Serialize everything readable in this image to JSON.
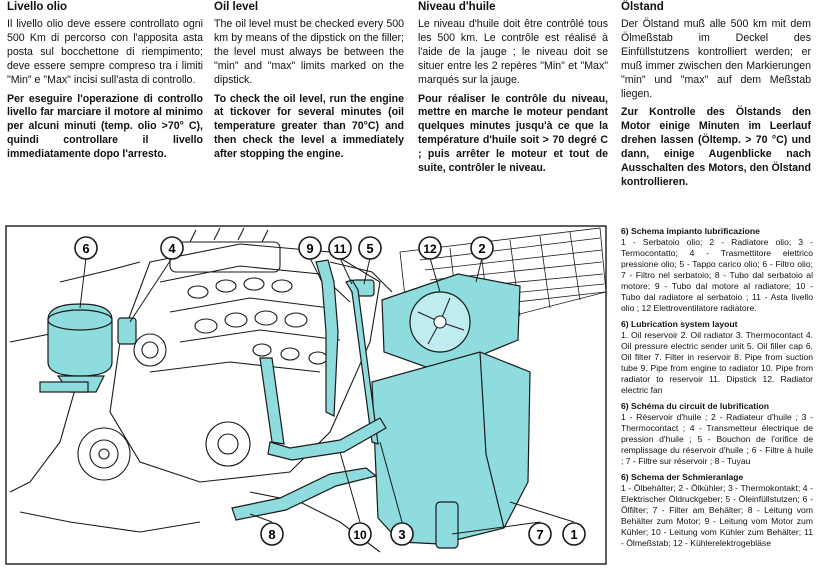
{
  "it": {
    "title": "Livello olio",
    "body": "Il livello olio deve essere controllato ogni 500 Km di percorso con l'apposita asta posta sul bocchettone di riempimento; deve essere sempre compreso tra i limiti \"Min\" e \"Max\" incisi sull'asta di controllo.",
    "bold": "Per eseguire l'operazione di controllo livello far marciare il motore al minimo per alcuni minuti (temp. olio >70° C), quindi controllare il livello immediatamente dopo l'arresto."
  },
  "en": {
    "title": "Oil level",
    "body": "The oil level must be checked every 500 km by means of the dipstick on the filler; the level must always be between the \"min\" and \"max\" limits marked on the dipstick.",
    "bold": "To check the oil level, run the engine at tickover for several minutes (oil temperature greater than 70°C) and then check the level a immediately after stopping the engine."
  },
  "fr": {
    "title": "Niveau d'huile",
    "body": "Le niveau d'huile doit être contrôlé tous les 500 km. Le contrôle est réalisé à l'aide de la jauge ; le niveau doit se situer entre les 2 repères \"Min\" et \"Max\" marqués sur la jauge.",
    "bold": "Pour réaliser le contrôle du niveau, mettre en marche le moteur pendant quelques minutes jusqu'à ce que la température d'huile soit > 70 degré C ; puis arrêter le moteur et tout de suite, contrôler le niveau."
  },
  "de": {
    "title": "Ölstand",
    "body": "Der Ölstand muß alle 500 km mit dem Ölmeßstab im Deckel des Einfüllstutzens kontrolliert werden; er muß immer zwischen den Markierungen \"min\" und \"max\" auf dem Meßstab liegen.",
    "bold": "Zur Kontrolle des Ölstands den Motor einige Minuten im Leerlauf drehen lassen (Öltemp. > 70 °C) und dann, einige Augenblicke nach Ausschalten des Motors, den Ölstand kontrollieren."
  },
  "legend": [
    {
      "title": "6) Schema impianto lubrificazione",
      "text": "1 - Serbatoio olio; 2 - Radiatore olio; 3 - Termocontatto; 4 - Trasmettitore elettrico pressione olio; 5 - Tappo carico olio; 6 - Filtro olio; 7 - Filtro nel serbatoio; 8 - Tubo dal serbatoio al motore; 9 - Tubo dal motore al radiatore; 10 - Tubo dal radiatore al serbatoio ; 11 - Asta livello olio ; 12 Elettroventilatore radiatore."
    },
    {
      "title": "6) Lubrication system layout",
      "text": "1. Oil reservoir 2. Oil radiator 3. Thermocontact 4. Oil pressure electric sender unit 5. Oil filler cap 6. Oil filter 7. Filter in reservoir 8. Pipe from suction tube 9. Pipe from engine to radiator 10. Pipe from radiator to reservoir 11. Dipstick 12. Radiator electric fan"
    },
    {
      "title": "6) Schéma du circuit de lubrification",
      "text": "1 - Réservoir d'huile ; 2 - Radiateur d'huile ; 3 - Thermocontact ; 4 - Transmetteur électrique de pression d'huile ; 5 - Bouchon de l'orifice de remplissage du réservoir d'huile ; 6 - Filtre à huile ; 7 - Filtre sur réservoir ; 8 - Tuyau"
    },
    {
      "title": "6) Schema der Schmieranlage",
      "text": "1 - Ölbehälter; 2 - Ölkühler; 3 - Thermokontakt; 4 - Elektrischer Öldruckgeber; 5 - Öleinfüllstutzen; 6 - Ölfilter; 7 - Filter am Behälter; 8 - Leitung vom Behälter zum Motor; 9 - Leitung vom Motor zum Kühler; 10 - Leitung vom Kühler zum Behälter; 11 - Ölmeßstab; 12 - Kühlerelektrogebläse"
    }
  ],
  "callouts": [
    "6",
    "4",
    "9",
    "11",
    "5",
    "12",
    "2",
    "8",
    "10",
    "3",
    "7",
    "1"
  ],
  "colors": {
    "accent": "#8fdcde",
    "ink": "#1a1a1a"
  }
}
